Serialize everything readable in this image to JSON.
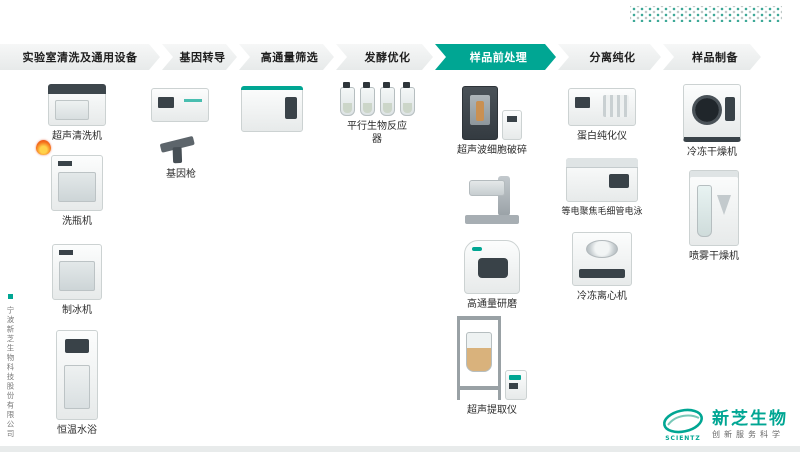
{
  "colors": {
    "accent": "#00A693",
    "step_active_bg": "#00A693",
    "step_inactive_bg": "#EDEFEF",
    "flame": "#F5711C",
    "label_text": "#2B2B2B"
  },
  "steps": [
    {
      "label": "实验室清洗及通用设备",
      "active": false
    },
    {
      "label": "基因转导",
      "active": false
    },
    {
      "label": "高通量筛选",
      "active": false
    },
    {
      "label": "发酵优化",
      "active": false
    },
    {
      "label": "样品前处理",
      "active": true
    },
    {
      "label": "分离纯化",
      "active": false
    },
    {
      "label": "样品制备",
      "active": false
    }
  ],
  "equipment": {
    "ultrasonic_cleaner": "超声清洗机",
    "bottle_washer": "洗瓶机",
    "ice_maker": "制冰机",
    "water_bath": "恒温水浴",
    "gene_gun": "基因枪",
    "parallel_bioreactor": "平行生物反应器",
    "cell_disruptor": "超声波细胞破碎",
    "high_throughput_grinder": "高通量研磨",
    "ultrasonic_extractor": "超声提取仪",
    "protein_purifier": "蛋白纯化仪",
    "capillary_electrophoresis": "等电聚焦毛细管电泳",
    "refrigerated_centrifuge": "冷冻离心机",
    "freeze_dryer": "冷冻干燥机",
    "spray_dryer": "喷雾干燥机"
  },
  "company": {
    "name": "宁波新芝生物科技股份有限公司"
  },
  "logo": {
    "brand": "SCIENTZ",
    "cn_name": "新芝生物",
    "tagline": "创新服务科学"
  }
}
